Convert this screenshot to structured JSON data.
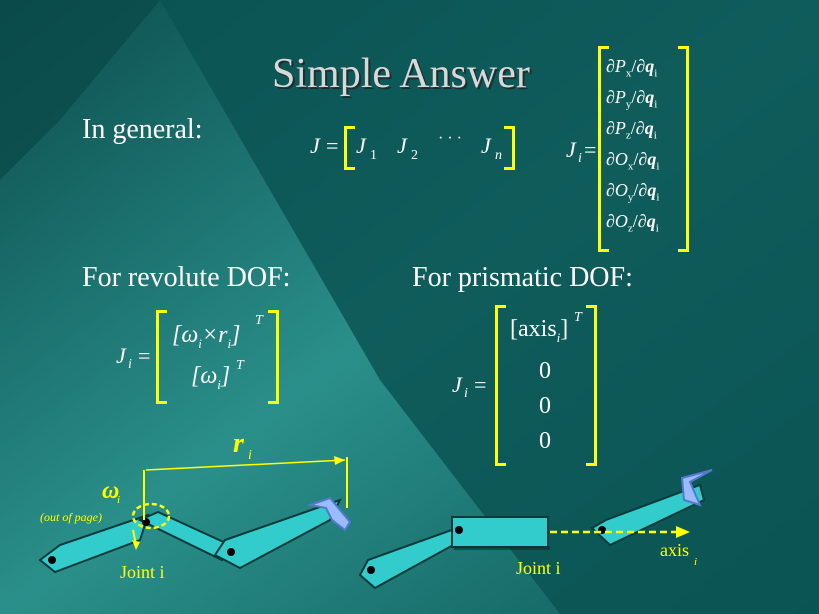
{
  "slide": {
    "title": "Simple Answer",
    "in_general": "In general:",
    "revolute_heading": "For revolute DOF:",
    "prismatic_heading": "For prismatic DOF:"
  },
  "jacobian": {
    "lhs": "J",
    "eq": "=",
    "cols": [
      "J",
      "J",
      "J"
    ],
    "col_subs": [
      "1",
      "2",
      "n"
    ],
    "dots": "· · ·"
  },
  "column": {
    "lhs": "J",
    "lhs_sub": "i",
    "eq": "=",
    "rows": [
      "∂Px/∂qi",
      "∂Py/∂qi",
      "∂Pz/∂qi",
      "∂Ox/∂qi",
      "∂Oy/∂qi",
      "∂Oz/∂qi"
    ],
    "rows_display": [
      {
        "a": "∂P",
        "s": "x",
        "b": "/∂",
        "q": "q",
        "qs": "i"
      },
      {
        "a": "∂P",
        "s": "y",
        "b": "/∂",
        "q": "q",
        "qs": "i"
      },
      {
        "a": "∂P",
        "s": "z",
        "b": "/∂",
        "q": "q",
        "qs": "i"
      },
      {
        "a": "∂O",
        "s": "x",
        "b": "/∂",
        "q": "q",
        "qs": "i"
      },
      {
        "a": "∂O",
        "s": "y",
        "b": "/∂",
        "q": "q",
        "qs": "i"
      },
      {
        "a": "∂O",
        "s": "z",
        "b": "/∂",
        "q": "q",
        "qs": "i"
      }
    ]
  },
  "revolute": {
    "lhs": "J",
    "lhs_sub": "i",
    "eq": "=",
    "row1": "[ωi×ri]",
    "row1_sup": "T",
    "row2": "[ωi]",
    "row2_sup": "T"
  },
  "prismatic": {
    "lhs": "J",
    "lhs_sub": "i",
    "eq": "=",
    "row1": "[axisi]",
    "row1_sup": "T",
    "zeros": [
      "0",
      "0",
      "0"
    ]
  },
  "diagram": {
    "r_label": "r",
    "r_sub": "i",
    "omega_label": "ω",
    "omega_sub": "i",
    "out_of_page": "(out of page)",
    "joint_left": "Joint i",
    "joint_right": "Joint i",
    "axis_label": "axis",
    "axis_sub": "i"
  },
  "colors": {
    "background_dark": "#0a4a4a",
    "background_light": "#2a8a85",
    "accent": "#ffff00",
    "link": "#33cccc",
    "gripper": "#99bbff"
  }
}
